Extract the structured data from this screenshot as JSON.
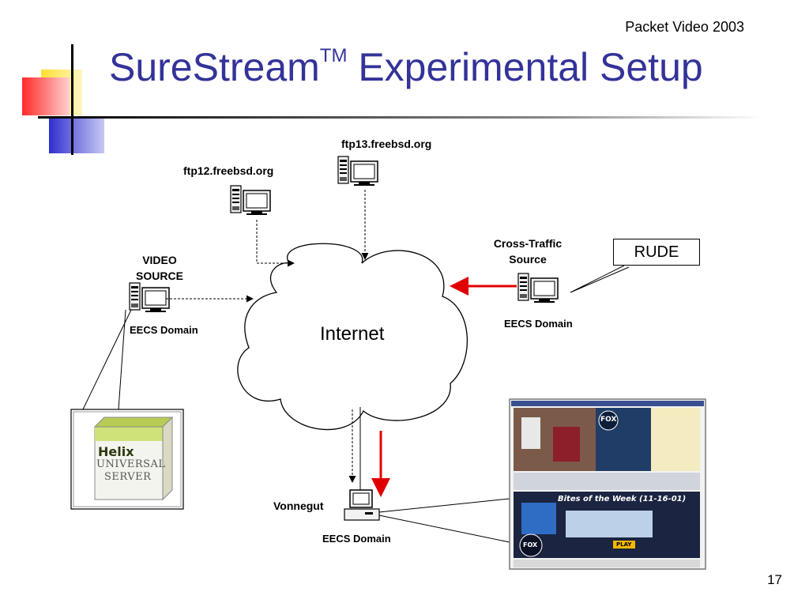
{
  "slide": {
    "header_note": "Packet Video 2003",
    "title_main": "SureStream",
    "title_tm": "TM",
    "title_rest": " Experimental Setup",
    "page_number": "17"
  },
  "diagram": {
    "cloud_label": "Internet",
    "hosts": {
      "ftp12": "ftp12.freebsd.org",
      "ftp13": "ftp13.freebsd.org",
      "video_source_line1": "VIDEO",
      "video_source_line2": "SOURCE",
      "video_domain": "EECS Domain",
      "cross_traffic_line1": "Cross-Traffic",
      "cross_traffic_line2": "Source",
      "cross_domain": "EECS Domain",
      "vonnegut": "Vonnegut",
      "vonnegut_domain": "EECS Domain"
    },
    "callout": "RUDE",
    "product_box": {
      "line1": "Helix",
      "line2": "UNIVERSAL",
      "line3": "SERVER"
    },
    "screenshot": {
      "heading": "Bites of the Week (11-16-01)",
      "brand": "FOX",
      "button": "PLAY"
    },
    "colors": {
      "title": "#333399",
      "traffic_arrow": "#e00000",
      "accent_red": "#ff3333",
      "accent_yellow": "#ffdd33",
      "accent_blue": "#3333cc"
    }
  }
}
